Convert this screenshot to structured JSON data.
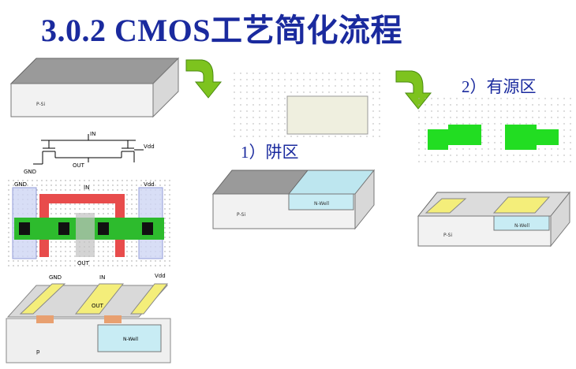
{
  "title": "3.0.2 CMOS工艺简化流程",
  "steps": {
    "well": "1）阱区",
    "active": "2）有源区"
  },
  "labels": {
    "psub": "P-Si",
    "nwell": "N-Well",
    "gnd": "GND",
    "vdd": "Vdd",
    "in": "IN",
    "out": "OUT",
    "p": "p"
  },
  "colors": {
    "title": "#1a2a9e",
    "arrow_green": "#7dc31e",
    "active_green": "#22dd22",
    "nwell_blue": "#c8ecf4",
    "poly_red": "#e84c4c",
    "metal_yellow": "#f4ee7a"
  }
}
